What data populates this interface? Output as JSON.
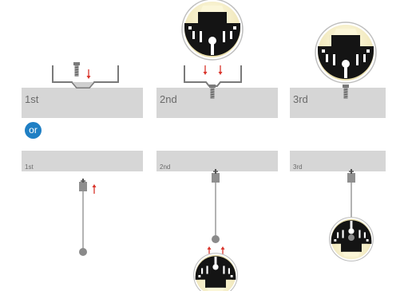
{
  "top_row": {
    "step1_label": "1st",
    "step2_label": "2nd",
    "step3_label": "3rd"
  },
  "separator": {
    "label": "or"
  },
  "bottom_row": {
    "step1_label": "1st",
    "step2_label": "2nd",
    "step3_label": "3rd"
  },
  "colors": {
    "bar": "#d6d6d6",
    "arrow": "#d9342b",
    "badge": "#1f7fc4",
    "light": "#f6f0c8",
    "profile": "#1a1a1a",
    "cable": "#8a8a8a"
  }
}
